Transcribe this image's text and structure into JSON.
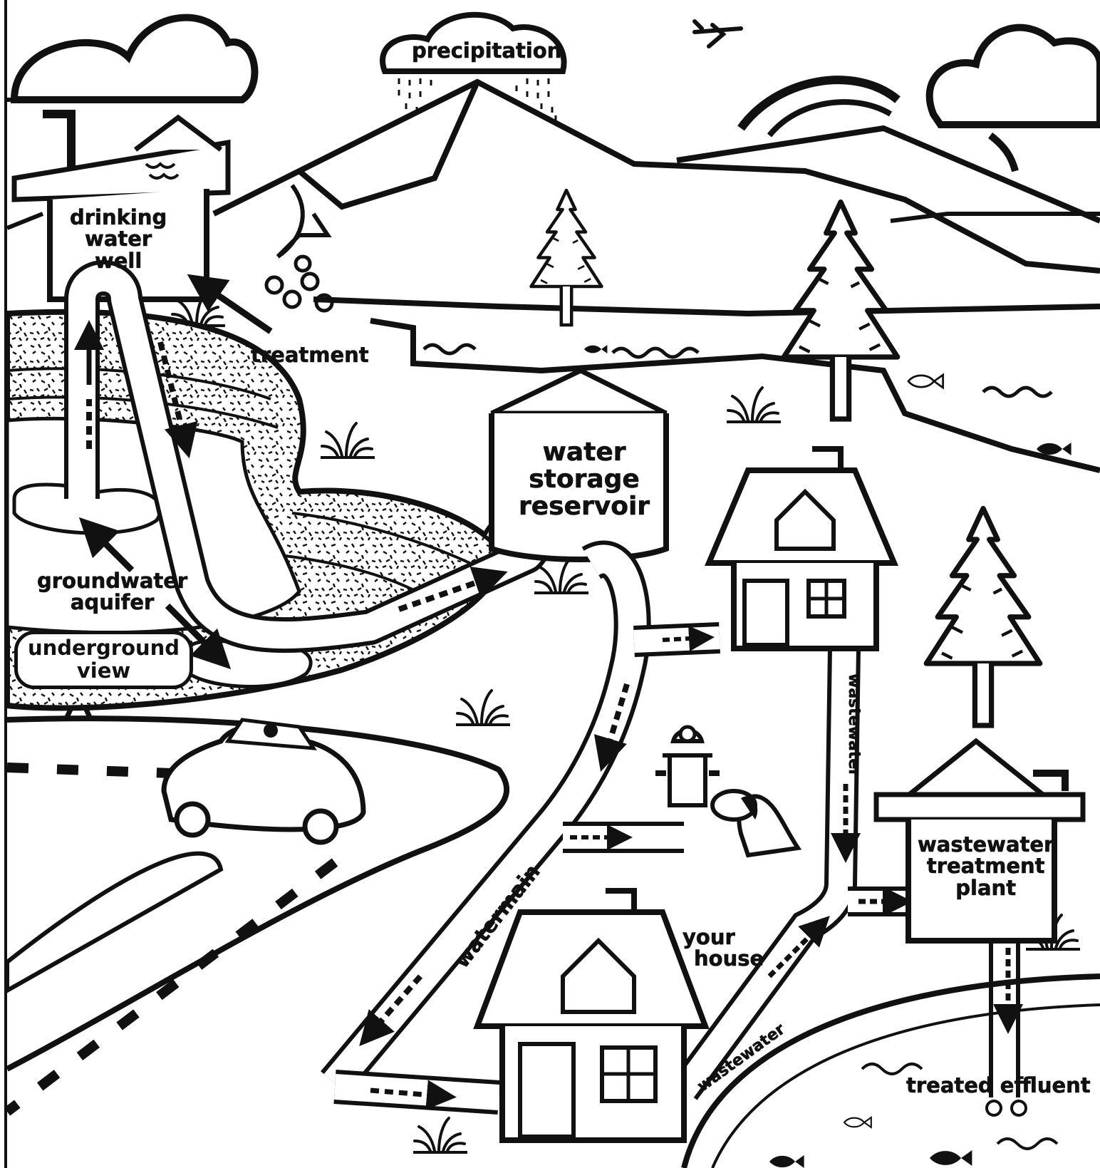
{
  "labels": {
    "precipitation": "precipitation",
    "drinking_water_well": [
      "drinking",
      "water",
      "well"
    ],
    "treatment": "treatment",
    "groundwater_aquifer": [
      "groundwater",
      "aquifer"
    ],
    "underground_view": [
      "underground",
      "view"
    ],
    "water_storage_reservoir": [
      "water",
      "storage",
      "reservoir"
    ],
    "watermain": "watermain",
    "wastewater_vertical": "wastewater",
    "wastewater_diagonal": "wastewater",
    "wastewater_treatment_plant": [
      "wastewater",
      "treatment",
      "plant"
    ],
    "your_house": [
      "your",
      "house"
    ],
    "treated_effluent": "treated effluent"
  }
}
